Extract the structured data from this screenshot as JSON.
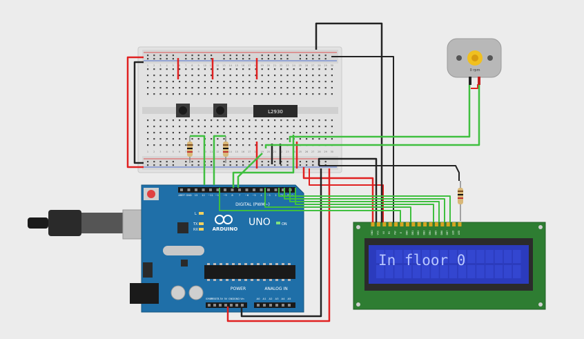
{
  "breadboard": {
    "ic_label": "L2930",
    "row_numbers": [
      "1",
      "2",
      "3",
      "4",
      "5",
      "6",
      "7",
      "8",
      "9",
      "10",
      "11",
      "12",
      "13",
      "14",
      "15",
      "16",
      "17",
      "18",
      "19",
      "20",
      "21",
      "22",
      "23",
      "24",
      "25",
      "26",
      "27",
      "28",
      "29",
      "30"
    ]
  },
  "motor": {
    "speed_label": "0 rpm"
  },
  "arduino": {
    "brand": "ARDUINO",
    "model": "UNO",
    "on_label": "ON",
    "digital_label": "DIGITAL (PWM~)",
    "power_label": "POWER",
    "analog_label": "ANALOG IN",
    "tx_label": "TX",
    "rx_label": "RX",
    "l_label": "L",
    "aref_label": "AREF",
    "gnd_label": "GND",
    "digital_pins": [
      "13",
      "12",
      "~11",
      "~10",
      "~9",
      "8",
      "7",
      "~6",
      "~5",
      "4",
      "~3",
      "2",
      "TX 1",
      "RX 0"
    ],
    "power_pins": [
      "IOREF",
      "RESET",
      "3.3V",
      "5V",
      "GND",
      "GND",
      "Vin"
    ],
    "analog_pins": [
      "A0",
      "A1",
      "A2",
      "A3",
      "A4",
      "A5"
    ]
  },
  "lcd": {
    "display_text": "In floor 0",
    "pins": [
      "GND",
      "VCC",
      "V0",
      "RS",
      "RW",
      "E",
      "DB0",
      "DB1",
      "DB2",
      "DB3",
      "DB4",
      "DB5",
      "DB6",
      "DB7",
      "LED",
      "LED"
    ]
  },
  "colors": {
    "wire_red": "#e02020",
    "wire_green": "#3fbf3f",
    "wire_black": "#222222",
    "board_blue": "#1f6fa8",
    "lcd_green": "#2e7d32",
    "lcd_screen": "#2b3bbd"
  }
}
